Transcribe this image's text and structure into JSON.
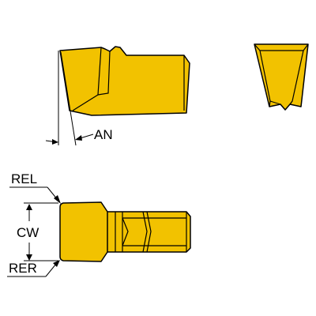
{
  "colors": {
    "insert_fill": "#F2C200",
    "outline": "#000000",
    "line": "#000000",
    "background": "#FFFFFF"
  },
  "labels": {
    "an": "AN",
    "rel": "REL",
    "cw": "CW",
    "rer": "RER"
  }
}
